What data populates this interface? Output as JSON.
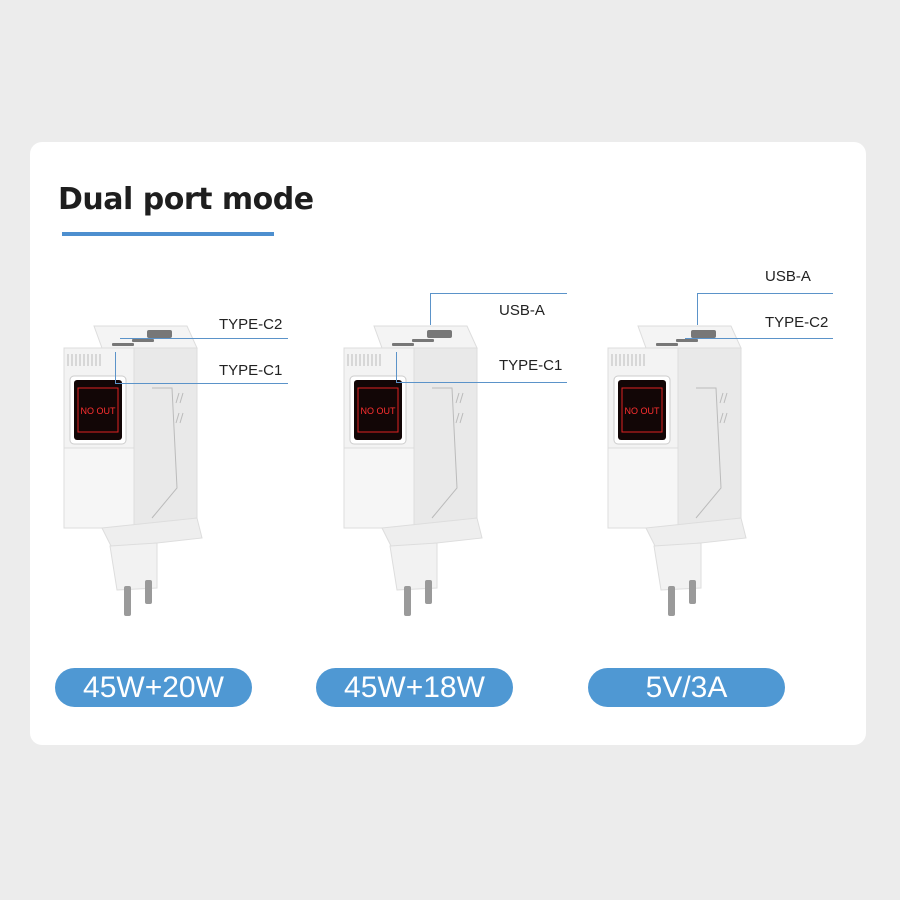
{
  "title": "Dual port mode",
  "products": [
    {
      "labels": [
        "TYPE-C2",
        "TYPE-C1"
      ],
      "power": "45W+20W",
      "display_text": "NO OUT"
    },
    {
      "labels": [
        "USB-A",
        "TYPE-C1"
      ],
      "power": "45W+18W",
      "display_text": "NO OUT"
    },
    {
      "labels": [
        "USB-A",
        "TYPE-C2"
      ],
      "power": "5V/3A",
      "display_text": "NO OUT"
    }
  ],
  "colors": {
    "accent": "#4f98d3",
    "background": "#ececec",
    "display": "#e02020"
  }
}
